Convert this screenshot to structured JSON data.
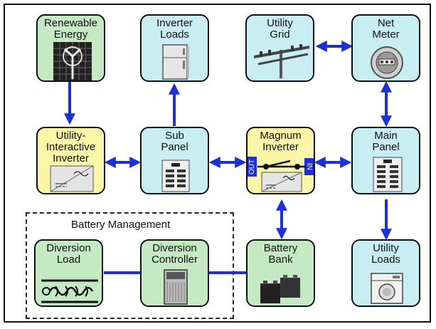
{
  "title_group": "Battery Management",
  "nodes": {
    "renewable": "Renewable\nEnergy",
    "inverter_loads": "Inverter\nLoads",
    "utility_grid": "Utility\nGrid",
    "net_meter": "Net\nMeter",
    "utility_interactive": "Utility-\nInteractive\nInverter",
    "sub_panel": "Sub\nPanel",
    "magnum": "Magnum\nInverter",
    "main_panel": "Main\nPanel",
    "diversion_load": "Diversion\nLoad",
    "diversion_controller": "Diversion\nController",
    "battery_bank": "Battery\nBank",
    "utility_loads": "Utility\nLoads"
  },
  "magnum_tags": {
    "out": "OUT",
    "in": "IN"
  },
  "colors": {
    "green": "#c5e9c2",
    "blue": "#c8eef3",
    "yellow": "#fbf6a8",
    "arrow": "#1f2fd6"
  }
}
